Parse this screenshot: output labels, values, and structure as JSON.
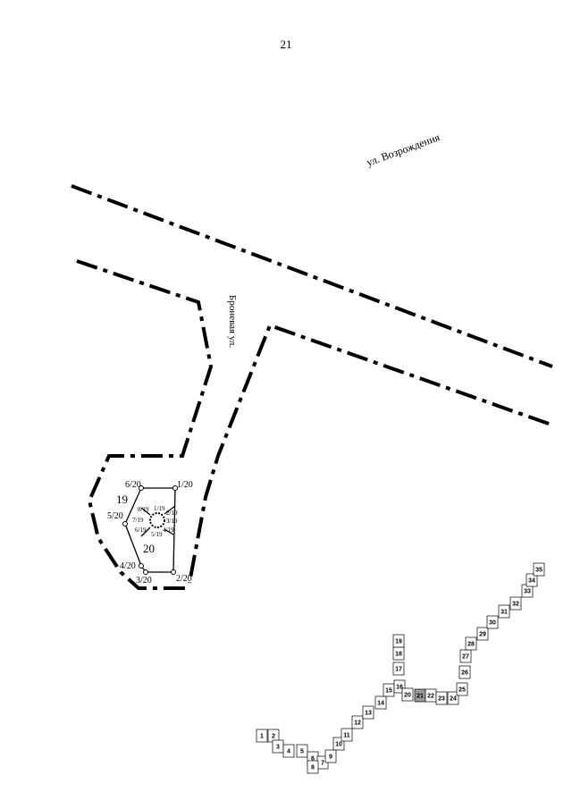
{
  "page_number": "21",
  "streets": {
    "vozrozhdeniya": "ул. Возрождения",
    "bronevaya": "Броневая ул."
  },
  "parcels": {
    "p19": "19",
    "p20": "20"
  },
  "points_20": [
    "1/20",
    "2/20",
    "3/20",
    "4/20",
    "5/20",
    "6/20"
  ],
  "points_19": [
    "1/19",
    "2/19",
    "3/19",
    "4/19",
    "5/19",
    "6/19",
    "7/19",
    "8/19"
  ],
  "index_sheets": [
    "1",
    "2",
    "3",
    "4",
    "5",
    "6",
    "7",
    "8",
    "9",
    "10",
    "11",
    "12",
    "13",
    "14",
    "15",
    "16",
    "17",
    "18",
    "19",
    "20",
    "21",
    "22",
    "23",
    "24",
    "25",
    "26",
    "27",
    "28",
    "29",
    "30",
    "31",
    "32",
    "33",
    "34",
    "35"
  ]
}
